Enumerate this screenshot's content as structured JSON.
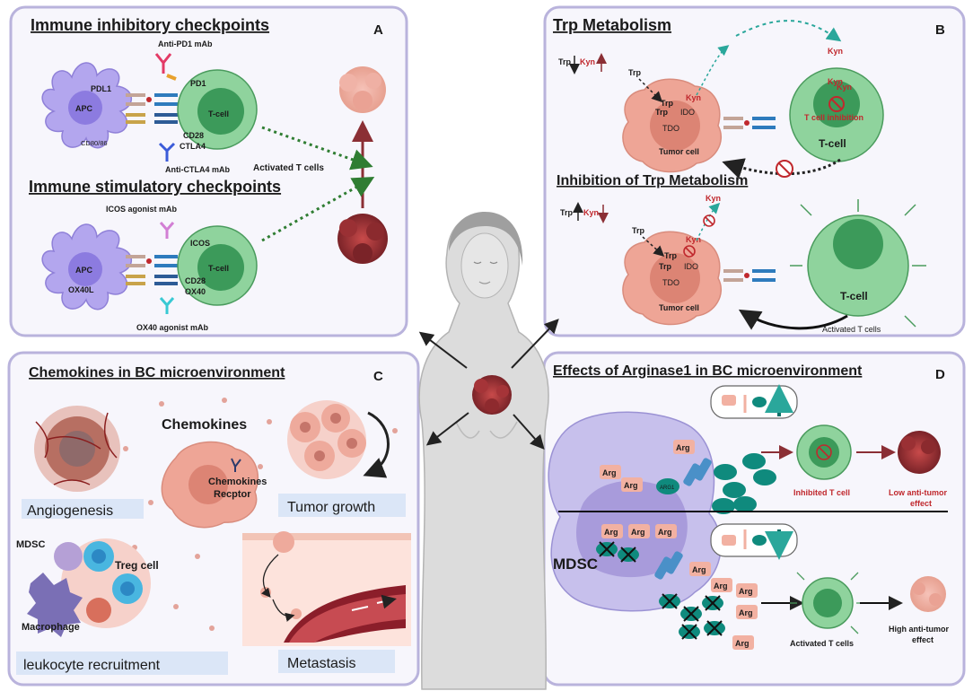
{
  "panelA": {
    "title": "Immune inhibitory checkpoints",
    "letter": "A",
    "anti_pd1": "Anti-PD1 mAb",
    "pdl1": "PDL1",
    "pd1": "PD1",
    "apc": "APC",
    "tcell": "T-cell",
    "cd8086": "CD80/86",
    "cd28": "CD28",
    "ctla4": "CTLA4",
    "anti_ctla4": "Anti-CTLA4 mAb",
    "activated": "Activated T cells",
    "stim_title": "Immune stimulatory checkpoints",
    "icos_agonist": "ICOS agonist mAb",
    "icos": "ICOS",
    "apc2": "APC",
    "tcell2": "T-cell",
    "ox40l": "OX40L",
    "cd28b": "CD28",
    "ox40": "OX40",
    "ox40_agonist": "OX40 agonist mAb"
  },
  "panelB": {
    "title": "Trp Metabolism",
    "letter": "B",
    "trp": "Trp",
    "kyn": "Kyn",
    "ido": "IDO",
    "tdo": "TDO",
    "tumor_cell": "Tumor cell",
    "tcell": "T-cell",
    "inhibition": "T cell inhibition",
    "inh_title": "Inhibition of Trp Metabolism",
    "activated": "Activated T cells"
  },
  "panelC": {
    "title": "Chemokines in BC microenvironment",
    "letter": "C",
    "chemokines": "Chemokines",
    "receptor_1": "Chemokines",
    "receptor_2": "Recptor",
    "tumor_growth": "Tumor growth",
    "angiogenesis": "Angiogenesis",
    "mdsc": "MDSC",
    "treg": "Treg cell",
    "macrophage": "Macrophage",
    "leukocyte": "leukocyte recruitment",
    "metastasis": "Metastasis"
  },
  "panelD": {
    "title": "Effects of Arginase1 in BC microenvironment",
    "letter": "D",
    "arg": "Arg",
    "arg1": "ARG1",
    "inhibited": "Inhibited T cell",
    "low_effect_1": "Low anti-tumor",
    "low_effect_2": "effect",
    "mdsc": "MDSC",
    "activated": "Activated T cells",
    "high_effect_1": "High anti-tumor",
    "high_effect_2": "effect"
  },
  "colors": {
    "panel_border": "#b9b3dc",
    "panel_bg": "#f7f6fc",
    "apc": "#b3a6ee",
    "tcell": "#8fd39d",
    "tcell_core": "#3c9a5a",
    "tumor": "#eea596",
    "tumor_dark": "#8b3a3a",
    "teal": "#0f8a7d",
    "red_text": "#c0282d"
  }
}
